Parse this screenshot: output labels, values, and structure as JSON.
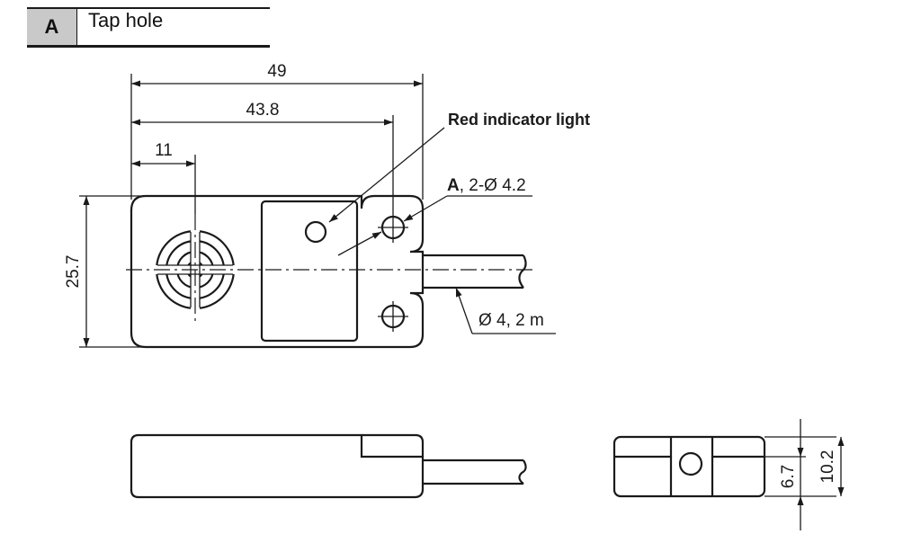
{
  "legend": {
    "letter": "A",
    "text": "Tap hole"
  },
  "dimensions": {
    "overall_length": "49",
    "hole_spacing": "43.8",
    "sensor_center": "11",
    "height": "25.7",
    "cable": "Ø 4, 2 m",
    "thickness_base": "6.7",
    "thickness_total": "10.2"
  },
  "callouts": {
    "indicator": "Red indicator light",
    "hole_letter": "A",
    "hole_spec": ", 2-Ø 4.2"
  }
}
